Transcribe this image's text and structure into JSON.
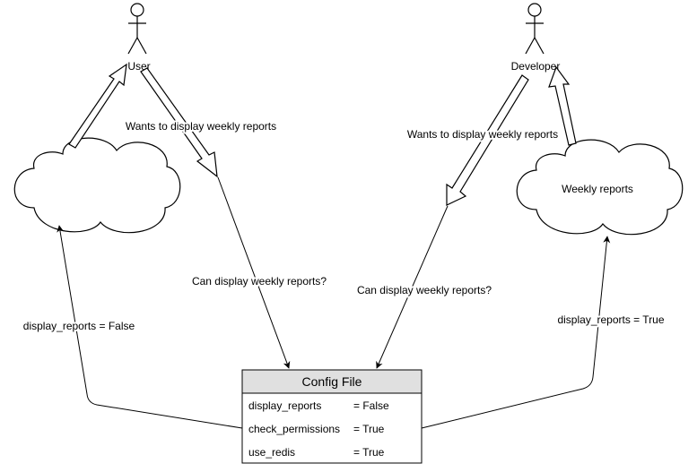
{
  "actors": {
    "user": {
      "label": "User"
    },
    "developer": {
      "label": "Developer"
    }
  },
  "clouds": {
    "left": {
      "label": ""
    },
    "right": {
      "label": "Weekly reports"
    }
  },
  "edges": {
    "user_to_config_request": "Wants to display weekly reports",
    "user_to_config_query": "Can display weekly reports?",
    "dev_to_config_request": "Wants to display weekly reports",
    "dev_to_config_query": "Can display weekly reports?",
    "config_to_left_cloud": "display_reports = False",
    "config_to_right_cloud": "display_reports = True"
  },
  "config_file": {
    "title": "Config File",
    "rows": [
      {
        "key": "display_reports",
        "value": "= False"
      },
      {
        "key": "check_permissions",
        "value": "= True"
      },
      {
        "key": "use_redis",
        "value": "= True"
      }
    ]
  },
  "colors": {
    "stroke": "#000000",
    "header_fill": "#e0e0e0",
    "fill": "#ffffff"
  }
}
